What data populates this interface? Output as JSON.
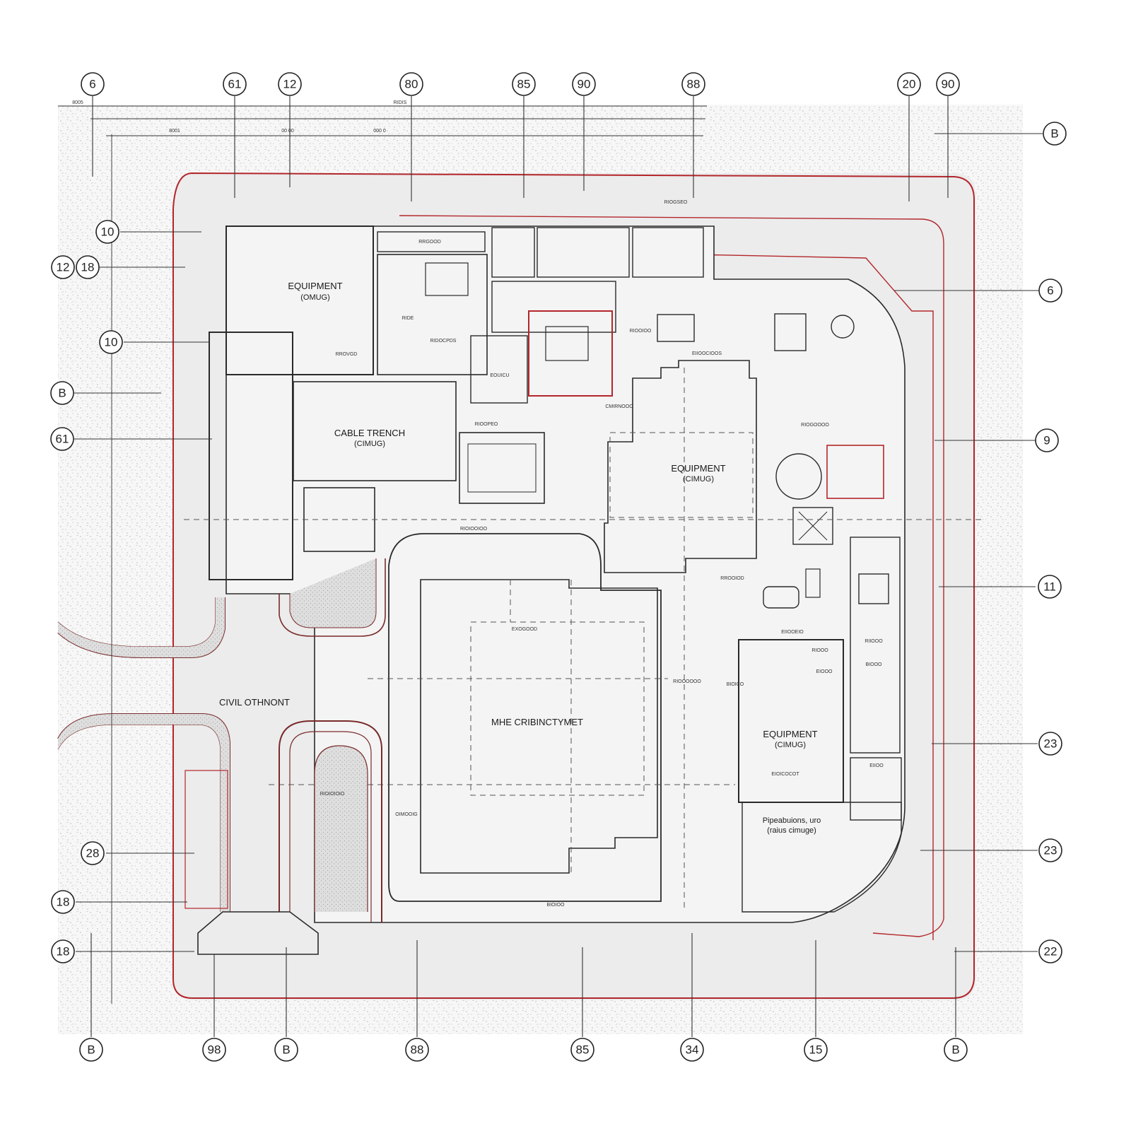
{
  "rooms": {
    "equipment_top_left": {
      "title": "EQUIPMENT",
      "sub": "(OMUG)"
    },
    "cable_trench": {
      "title": "CABLE TRENCH",
      "sub": "(CIMUG)"
    },
    "equipment_mid_right": {
      "title": "EQUIPMENT",
      "sub": "(CIMUG)"
    },
    "equipment_lower_right": {
      "title": "EQUIPMENT",
      "sub": "(CIMUG)"
    },
    "main_room": {
      "title": "MHE CRIBINCTYMET"
    },
    "civil_outdoor": {
      "title": "CIVIL OTHNONT"
    },
    "pipe_area": {
      "title": "Pipeabuions, uro",
      "sub": "(raius cimuge)"
    }
  },
  "bubbles_top": [
    "6",
    "61",
    "12",
    "80",
    "85",
    "90",
    "88",
    "20",
    "90"
  ],
  "bubbles_bottom": [
    "B",
    "98",
    "B",
    "88",
    "85",
    "34",
    "15",
    "B"
  ],
  "bubbles_left": [
    "10",
    "12",
    "18",
    "10",
    "B",
    "61",
    "28",
    "18",
    "18"
  ],
  "bubbles_right": [
    "B",
    "6",
    "9",
    "11",
    "23",
    "23",
    "22"
  ],
  "small_labels": {
    "dim_top_left": "8005",
    "dim_top_mid": "RIDIS",
    "dim_top_2": "8001",
    "dim_top_3": "00 00",
    "dim_top_4": "000 0",
    "storage_1": "RRGOOD",
    "lbl_a": "RIOGSEO",
    "lbl_b": "RIDE",
    "lbl_c": "RIDOCPDS",
    "lbl_d": "RROVGD",
    "lbl_e": "EOUICU",
    "lbl_f": "RIOOPEO",
    "lbl_g": "RIOOIOO",
    "lbl_h": "EIIOOCIOOS",
    "lbl_i": "CMIRNOOO",
    "lbl_j": "RIOGOOOO",
    "lbl_k": "RIOIOOIOO",
    "lbl_l": "RROOIOD",
    "lbl_m": "EXOGOOD",
    "lbl_n": "EIIOOEIO",
    "lbl_o": "RIIOOO",
    "lbl_p": "RIOOO",
    "lbl_q": "BIOOO",
    "lbl_r": "EIOOO",
    "lbl_s": "RIOOOOOO",
    "lbl_t": "EIOICOCOT",
    "lbl_u": "OIMOOIG",
    "lbl_v": "RIOIOIOIO",
    "lbl_w": "BIOIOO",
    "lbl_x": "BIOICO",
    "lbl_y": "EIIOO"
  },
  "colors": {
    "boundary_red": "#b3262b",
    "wall": "#2a2a2a",
    "paving": "#e6e6e6",
    "ground_hatch": "#d8d8d8"
  }
}
